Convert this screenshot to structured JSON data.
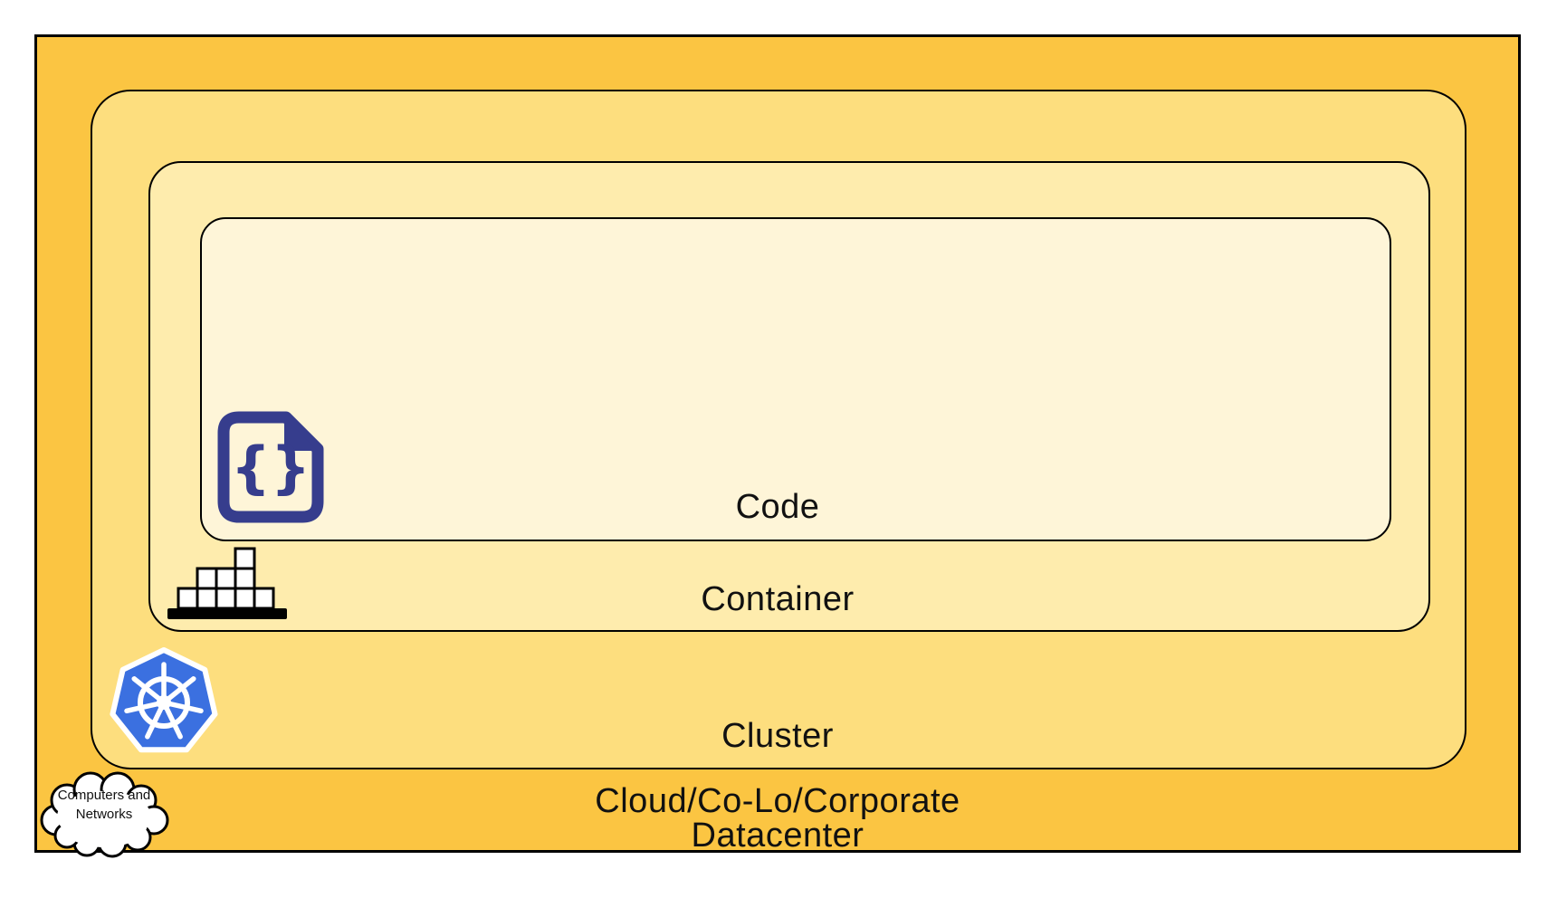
{
  "diagram": {
    "type": "nested-layers",
    "layers": {
      "datacenter": {
        "label_line1": "Cloud/Co-Lo/Corporate",
        "label_line2": "Datacenter",
        "fill": "#FBC542"
      },
      "cluster": {
        "label": "Cluster",
        "fill": "#FDDE7E"
      },
      "container": {
        "label": "Container",
        "fill": "#FEECAD"
      },
      "code": {
        "label": "Code",
        "fill": "#FEF5D8"
      }
    },
    "cloud_callout": {
      "line1": "Computers and",
      "line2": "Networks"
    },
    "icons": {
      "code": "code-file-icon",
      "container": "container-stack-icon",
      "cluster": "kubernetes-icon",
      "network": "cloud-icon"
    },
    "colors": {
      "datacenter": "#FBC542",
      "cluster": "#FDDE7E",
      "container": "#FEECAD",
      "code": "#FEF5D8",
      "outline": "#000000",
      "code_icon": "#363D8D",
      "kubernetes_blue": "#3B70E0",
      "label_text": "#111111"
    }
  }
}
